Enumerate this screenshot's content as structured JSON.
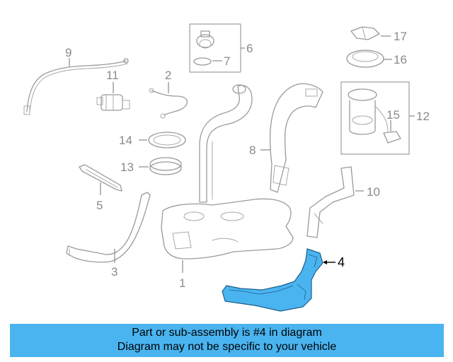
{
  "callouts": {
    "c1": "1",
    "c2": "2",
    "c3": "3",
    "c4": "4",
    "c5": "5",
    "c6": "6",
    "c7": "7",
    "c8": "8",
    "c9": "9",
    "c10": "10",
    "c11": "11",
    "c12": "12",
    "c13": "13",
    "c14": "14",
    "c15": "15",
    "c16": "16",
    "c17": "17"
  },
  "highlight": {
    "part_number": "4",
    "color": "#4ab4f0"
  },
  "banner": {
    "line1": "Part or sub-assembly is #4 in diagram",
    "line2": "Diagram may not be specific to your vehicle",
    "color": "#4ab4f0"
  }
}
